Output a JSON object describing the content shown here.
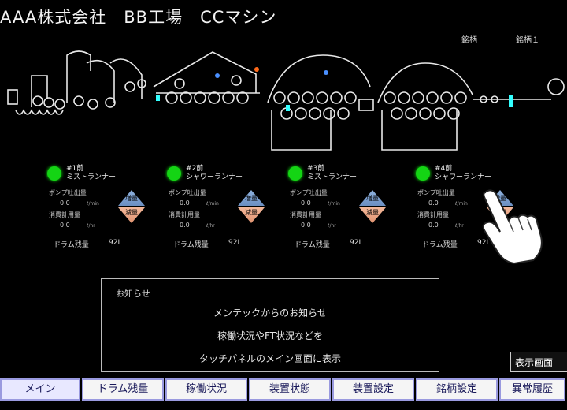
{
  "header": {
    "title": "AAA株式会社　BB工場　CCマシン"
  },
  "machine": {
    "brand_label": "銘柄",
    "brand_value": "銘柄１"
  },
  "units": [
    {
      "name_line1": "#1前",
      "name_line2": "ミストランナー",
      "pump_label": "ポンプ吐出量",
      "pump_value": "0.0",
      "pump_unit": "ℓ/min",
      "usage_label": "消費計用量",
      "usage_value": "0.0",
      "usage_unit": "ℓ/hr",
      "up_label": "増量",
      "down_label": "減量",
      "drum_label": "ドラム残量",
      "drum_value": "92L"
    },
    {
      "name_line1": "#2前",
      "name_line2": "シャワーランナー",
      "pump_label": "ポンプ吐出量",
      "pump_value": "0.0",
      "pump_unit": "ℓ/min",
      "usage_label": "消費計用量",
      "usage_value": "0.0",
      "usage_unit": "ℓ/hr",
      "up_label": "増量",
      "down_label": "減量",
      "drum_label": "ドラム残量",
      "drum_value": "92L"
    },
    {
      "name_line1": "#3前",
      "name_line2": "ミストランナー",
      "pump_label": "ポンプ吐出量",
      "pump_value": "0.0",
      "pump_unit": "ℓ/min",
      "usage_label": "消費計用量",
      "usage_value": "0.0",
      "usage_unit": "ℓ/hr",
      "up_label": "増量",
      "down_label": "減量",
      "drum_label": "ドラム残量",
      "drum_value": "92L"
    },
    {
      "name_line1": "#4前",
      "name_line2": "シャワーランナー",
      "pump_label": "ポンプ吐出量",
      "pump_value": "0.0",
      "pump_unit": "ℓ/min",
      "usage_label": "消費計用量",
      "usage_value": "0.0",
      "usage_unit": "ℓ/hr",
      "up_label": "増量",
      "down_label": "減量",
      "drum_label": "ドラム残量",
      "drum_value": "92L"
    }
  ],
  "notice": {
    "heading": "お知らせ",
    "lines": [
      "メンテックからのお知らせ",
      "稼働状況やFT状況などを",
      "タッチパネルのメイン画面に表示"
    ]
  },
  "detail_button": "表示画面",
  "tabs": [
    {
      "label": "メイン",
      "active": true
    },
    {
      "label": "ドラム残量"
    },
    {
      "label": "稼働状況"
    },
    {
      "label": "装置状態"
    },
    {
      "label": "装置設定"
    },
    {
      "label": "銘柄設定"
    },
    {
      "label": "異常履歴"
    }
  ],
  "colors": {
    "lamp_on": "#14d414",
    "up_button": "#7c9fd0",
    "down_button": "#ecaa88",
    "tab_border": "#9a9adf"
  }
}
